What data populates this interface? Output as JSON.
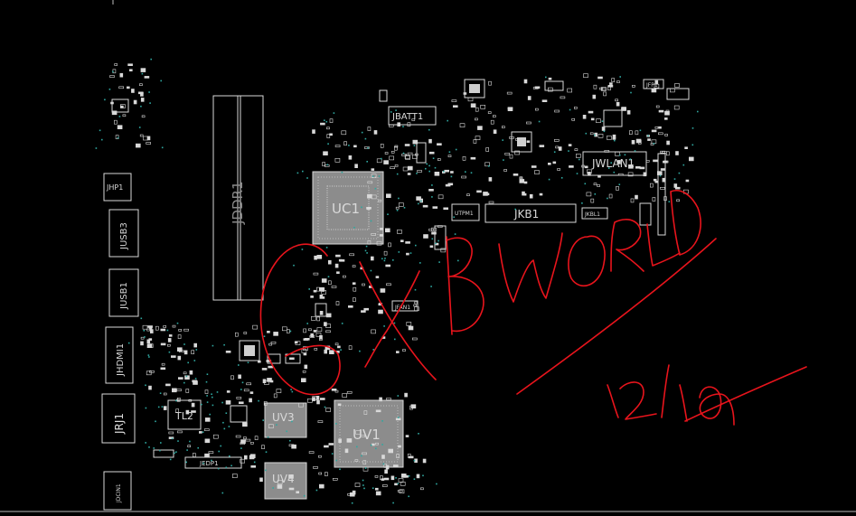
{
  "board": {
    "labels": {
      "jddr1": "JDDR1",
      "uc1": "UC1",
      "jbatt1": "JBATT1",
      "jkb1": "JKB1",
      "jwlan1": "JWLAN1",
      "jhp1": "JHP1",
      "jusb3": "JUSB3",
      "jusb1": "JUSB1",
      "jhdmi1": "JHDMI1",
      "jrj1": "JRJ1",
      "tl2": "TL2",
      "uv3": "UV3",
      "uv4": "UV4",
      "uv1": "UV1",
      "jedp1": "JEDP1",
      "jdcin1": "JDCIN1",
      "jfan1": "JFAN1",
      "jfp1": "JFP1",
      "jkbl1": "JKBL1",
      "utpm1": "UTPM1"
    },
    "colors": {
      "background": "#000000",
      "trace": "#d9d9d9",
      "annotation": "#e8141c",
      "via": "#2fa7a0"
    }
  },
  "annotation": {
    "handwritten": "GXB WORLD 12/16"
  }
}
